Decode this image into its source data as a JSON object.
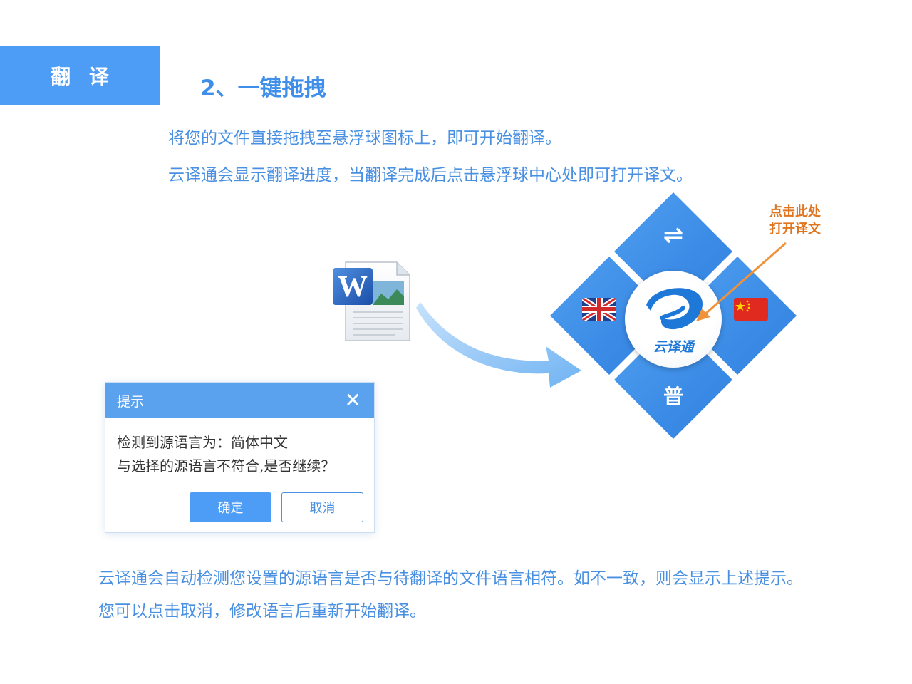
{
  "section_tab": {
    "label": "翻 译"
  },
  "heading": "2、一键拖拽",
  "intro": {
    "line1": "将您的文件直接拖拽至悬浮球图标上，即可开始翻译。",
    "line2": "云译通会显示翻译进度，当翻译完成后点击悬浮球中心处即可打开译文。"
  },
  "doc_icon": {
    "letter": "W",
    "icon": "word-document-icon"
  },
  "float_ball": {
    "top_glyph": "⇌",
    "bottom_label": "普",
    "logo_text": "云译通",
    "left_flag": "uk-flag-icon",
    "right_flag": "china-flag-icon"
  },
  "callout": {
    "line1": "点击此处",
    "line2": "打开译文",
    "color": "#e0751f"
  },
  "dialog": {
    "title": "提示",
    "close": "✕",
    "message_line1": "检测到源语言为：简体中文",
    "message_line2": "与选择的源语言不符合,是否继续？",
    "ok_label": "确定",
    "cancel_label": "取消"
  },
  "footer": {
    "line1": "云译通会自动检测您设置的源语言是否与待翻译的文件语言相符。如不一致，则会显示上述提示。",
    "line2": "您可以点击取消，修改语言后重新开始翻译。"
  },
  "colors": {
    "accent": "#4d9cf5",
    "text_blue": "#4a90e2",
    "ball_blue": "#3d8fe8"
  }
}
